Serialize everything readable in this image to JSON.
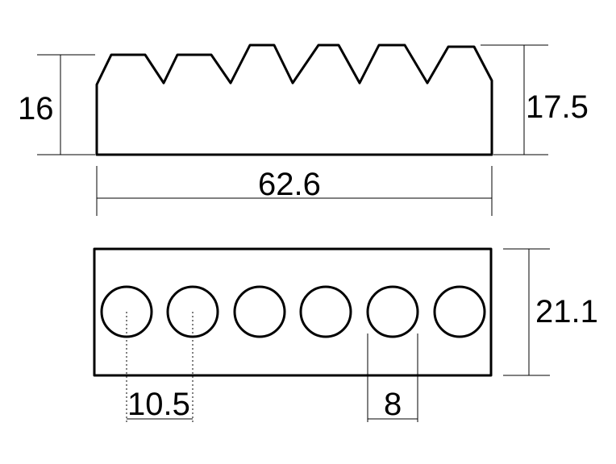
{
  "drawing": {
    "side_view": {
      "left_height_label": "16",
      "right_height_label": "17.5",
      "width_label": "62.6"
    },
    "top_view": {
      "height_label": "21.1",
      "pitch_label": "10.5",
      "hole_diameter_label": "8",
      "hole_count": 6
    },
    "line_color": "#000000",
    "background_color": "#ffffff"
  }
}
